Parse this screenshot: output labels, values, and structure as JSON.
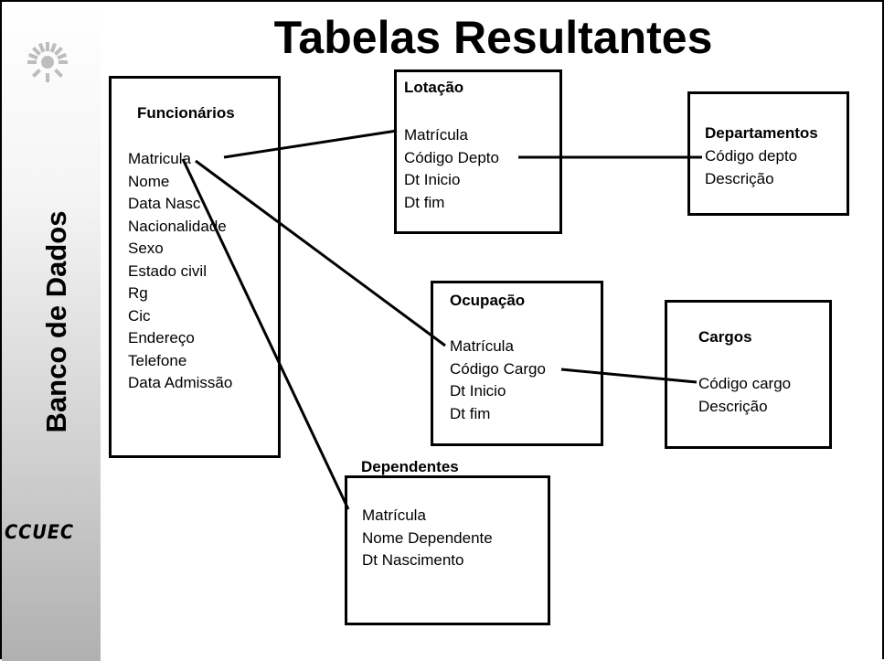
{
  "slide": {
    "title": "Tabelas Resultantes",
    "sidebar_title": "Banco de Dados",
    "footer_logo_text": "CCUEC"
  },
  "tables": {
    "funcionarios": {
      "name": "Funcionários",
      "fields": [
        "Matricula",
        "Nome",
        "Data Nasc",
        "Nacionalidade",
        "Sexo",
        "Estado civil",
        "Rg",
        "Cic",
        "Endereço",
        "Telefone",
        "Data Admissão"
      ]
    },
    "lotacao": {
      "name": "Lotação",
      "fields": [
        "Matrícula",
        "Código Depto",
        "Dt Inicio",
        "Dt fim"
      ]
    },
    "departamentos": {
      "name": "Departamentos",
      "fields": [
        "Código depto",
        "Descrição"
      ]
    },
    "ocupacao": {
      "name": "Ocupação",
      "fields": [
        "Matrícula",
        "Código Cargo",
        "Dt Inicio",
        "Dt fim"
      ]
    },
    "cargos": {
      "name": "Cargos",
      "fields": [
        "Código cargo",
        "Descrição"
      ]
    },
    "dependentes": {
      "name": "Dependentes",
      "fields": [
        "Matrícula",
        "Nome Dependente",
        "Dt Nascimento"
      ]
    }
  },
  "relationships": [
    {
      "from": "Funcionários.Matricula",
      "to": "Lotação.Matrícula"
    },
    {
      "from": "Funcionários.Matricula",
      "to": "Ocupação.Matrícula"
    },
    {
      "from": "Funcionários.Matricula",
      "to": "Dependentes.Matrícula"
    },
    {
      "from": "Lotação.Código Depto",
      "to": "Departamentos.Código depto"
    },
    {
      "from": "Ocupação.Código Cargo",
      "to": "Cargos.Código cargo"
    }
  ],
  "colors": {
    "line": "#000000",
    "sidebar_top": "#ffffff",
    "sidebar_bottom": "#b0b0b0",
    "logo": "#bdbdbd"
  }
}
